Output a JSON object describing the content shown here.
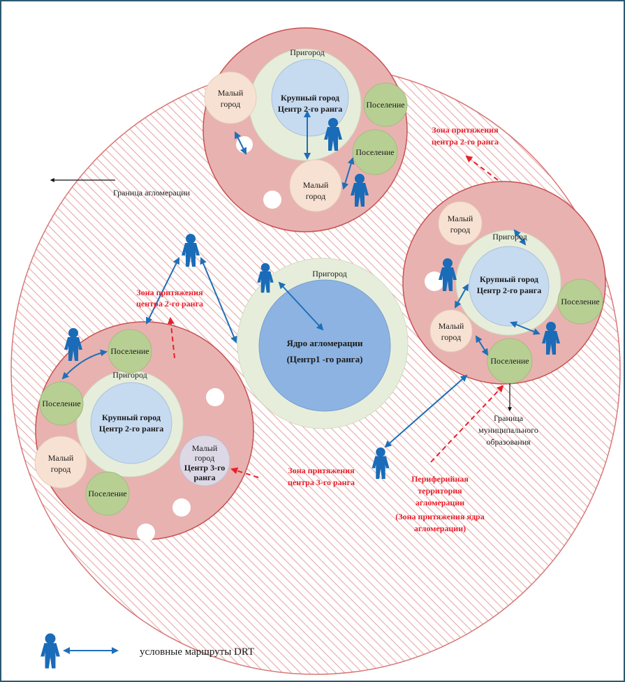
{
  "colors": {
    "frame": "#2a5a72",
    "hatch": "#e8a8a8",
    "boundary": "#d87878",
    "municipal_fill": "#e8b2b0",
    "municipal_stroke": "#c85050",
    "suburb_fill": "#e6eedb",
    "suburb_stroke": "#d0dcc0",
    "core_fill": "#8db3e2",
    "big_city_fill": "#c6daf0",
    "small_town_fill": "#f7e1d2",
    "settlement_fill": "#b8cf94",
    "center3_fill": "#dcd8e6",
    "route": "#1f6fb8",
    "person": "#1a6bb8",
    "red": "#e8202a"
  },
  "labels": {
    "agglomeration_boundary": "Граница агломерации",
    "suburb": "Пригород",
    "core_line1": "Ядро агломерации",
    "core_line2": "(Центр1 -го ранга)",
    "big_city_line1": "Крупный город",
    "big_city_line2": "Центр 2-го ранга",
    "small_town_line1": "Малый",
    "small_town_line2": "город",
    "settlement": "Поселение",
    "center3_line1": "Малый",
    "center3_line2": "город",
    "center3_line3": "Центр 3-го",
    "center3_line4": "ранга",
    "zone2_line1": "Зона притяжения",
    "zone2_line2": "центра 2-го ранга",
    "zone3_line1": "Зона притяжения",
    "zone3_line2": "центра 3-го ранга",
    "municipal_line1": "Граница",
    "municipal_line2": "муниципального",
    "municipal_line3": "образования",
    "periphery_line1": "Периферийная",
    "periphery_line2": "территория",
    "periphery_line3": "агломерации",
    "periphery_line4": "(Зона притяжения ядра",
    "periphery_line5": "агломерации)"
  },
  "legend": {
    "icon": "person-icon",
    "text": "условные маршруты DRT"
  }
}
